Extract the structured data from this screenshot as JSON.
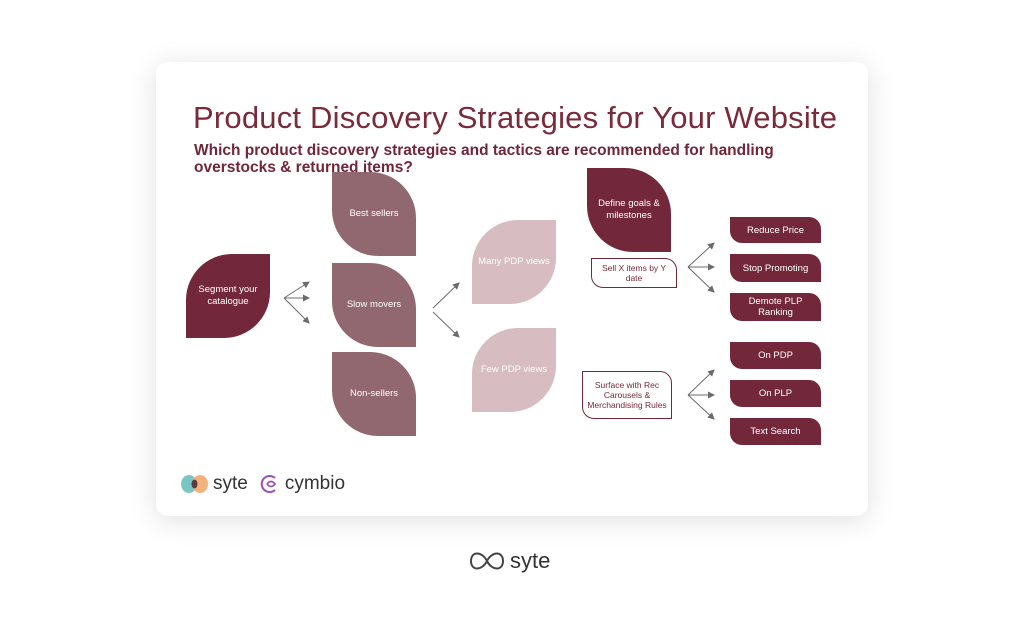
{
  "title": "Product Discovery Strategies for Your Website",
  "subtitle": "Which product discovery strategies and tactics are recommended for handling overstocks & returned items?",
  "nodes": {
    "segment": "Segment your catalogue",
    "best_sellers": "Best sellers",
    "slow_movers": "Slow movers",
    "non_sellers": "Non-sellers",
    "many_pdp": "Many PDP views",
    "few_pdp": "Few PDP views",
    "define_goals": "Define goals & milestones",
    "sell_x": "Sell X items by Y date",
    "surface_with": "Surface with Rec Carousels & Merchandising Rules",
    "reduce_price": "Reduce Price",
    "stop_promoting": "Stop Promoting",
    "demote_plp": "Demote PLP Ranking",
    "on_pdp": "On PDP",
    "on_plp": "On PLP",
    "text_search": "Text Search"
  },
  "logos": {
    "syte": "syte",
    "cymbio": "cymbio",
    "footer_syte": "syte"
  },
  "colors": {
    "dark": "#72283a",
    "mid": "#926870",
    "light": "#d7bdc2",
    "arrow": "#6b6b6b"
  }
}
